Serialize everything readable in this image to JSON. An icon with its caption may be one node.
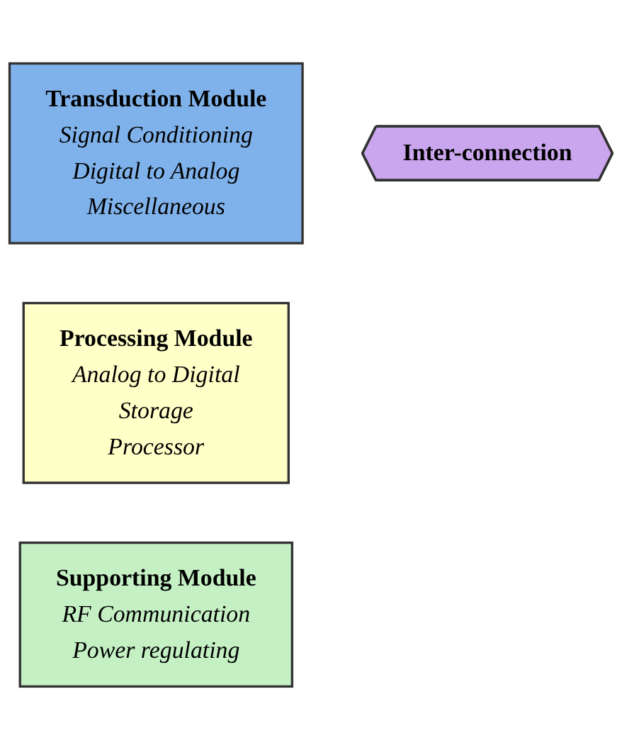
{
  "diagram": {
    "nodes": [
      {
        "text": [
          "Transduction Module",
          "Signal Conditioning",
          "Digital to Analog",
          "Miscellaneous"
        ]
      },
      {
        "text": [
          "Processing Module",
          "Analog to Digital",
          "Storage",
          "Processor"
        ]
      },
      {
        "text": [
          "Supporting Module",
          "RF Communication",
          "Power regulating"
        ]
      },
      {
        "text": [
          "Inter-connection"
        ]
      }
    ]
  }
}
